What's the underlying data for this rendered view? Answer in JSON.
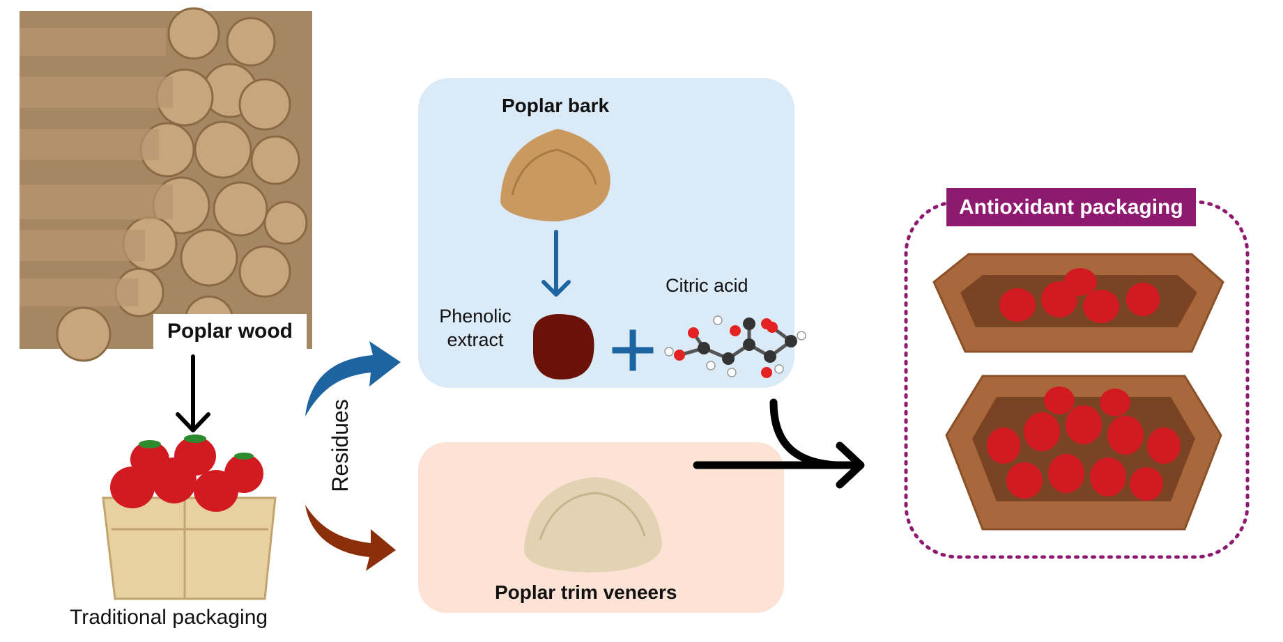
{
  "labels": {
    "poplar_wood": "Poplar wood",
    "traditional_packaging": "Traditional packaging",
    "residues": "Residues",
    "poplar_bark": "Poplar bark",
    "phenolic_extract": "Phenolic extract",
    "citric_acid": "Citric acid",
    "poplar_trim_veneers": "Poplar trim veneers",
    "antioxidant_packaging": "Antioxidant packaging"
  },
  "colors": {
    "bark_panel": "#dbeaf7",
    "veneer_panel": "#fde3d6",
    "blue_arrow": "#1e64a0",
    "brown_arrow": "#8b2e0a",
    "purple": "#8e1a6f",
    "black": "#000000"
  },
  "icons": [
    "log-pile-icon",
    "strawberry-basket-icon",
    "bark-pile-icon",
    "extract-blob-icon",
    "plus-icon",
    "citric-acid-molecule-icon",
    "wood-chips-icon",
    "tray-top-icon",
    "tray-bottom-icon"
  ]
}
